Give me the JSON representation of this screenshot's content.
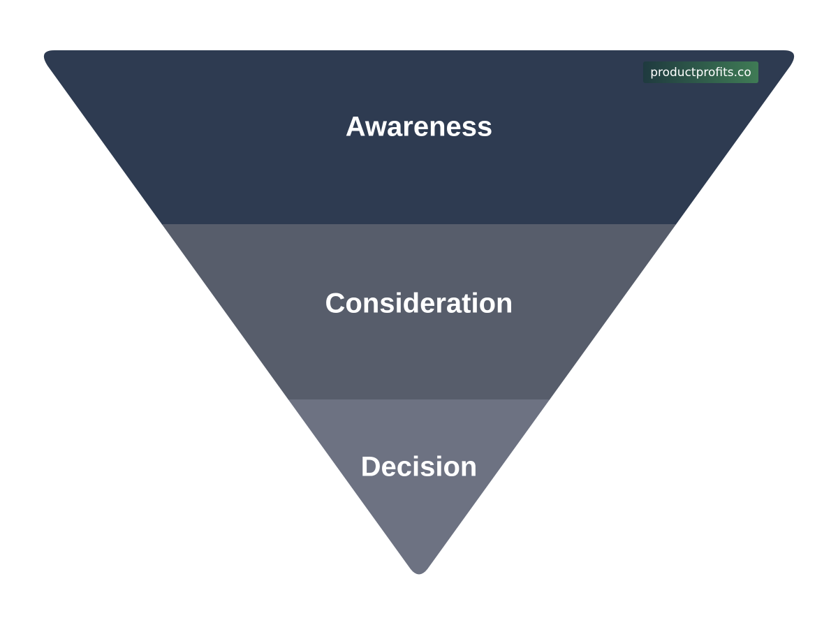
{
  "funnel": {
    "stages": [
      {
        "label": "Awareness",
        "color": "#2e3b51"
      },
      {
        "label": "Consideration",
        "color": "#575d6b"
      },
      {
        "label": "Decision",
        "color": "#6d7282"
      }
    ]
  },
  "watermark": {
    "text": "productprofits.co",
    "color_start": "#1f3a3f",
    "color_end": "#3f7b55"
  }
}
